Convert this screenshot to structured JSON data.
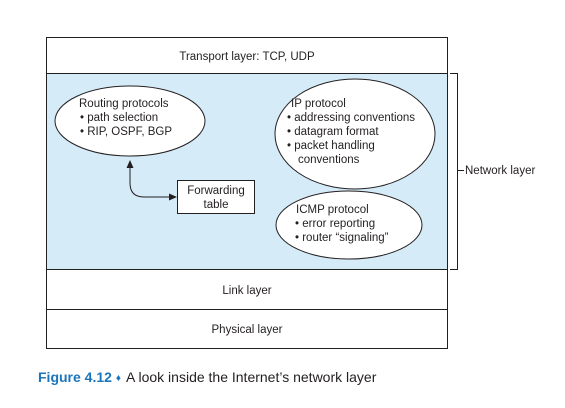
{
  "diagram": {
    "transport_layer": "Transport layer: TCP, UDP",
    "link_layer": "Link layer",
    "physical_layer": "Physical layer",
    "network_layer": "Network layer",
    "routing": {
      "title": "Routing protocols",
      "items": [
        "• path selection",
        "• RIP, OSPF, BGP"
      ]
    },
    "ip": {
      "title": "IP protocol",
      "items": [
        "• addressing conventions",
        "• datagram format",
        "• packet handling",
        "conventions"
      ]
    },
    "icmp": {
      "title": "ICMP protocol",
      "items": [
        "• error reporting",
        "• router “signaling”"
      ]
    },
    "forwarding_table": [
      "Forwarding",
      "table"
    ],
    "colors": {
      "network_fill": "#d5ebf7",
      "caption_accent": "#1b75bb",
      "stroke": "#231f20"
    }
  },
  "caption": {
    "figure": "Figure 4.12",
    "separator": "♦",
    "text": "A look inside the Internet’s network layer"
  }
}
